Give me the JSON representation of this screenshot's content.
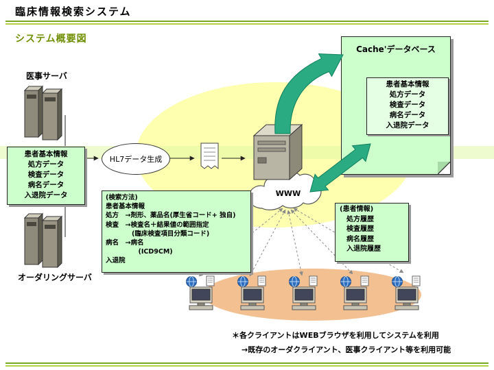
{
  "title": "臨床情報検索システム",
  "subtitle": "システム概要図",
  "medical_server_label": "医事サーバ",
  "ordering_server_label": "オーダリングサーバ",
  "source_data_box": {
    "lines": [
      "患者基本情報",
      "処方データ",
      "検査データ",
      "病名データ",
      "入退院データ"
    ]
  },
  "hl7_label": "HL7データ生成",
  "cache_db": {
    "title": "Cache'データベース",
    "lines": [
      "患者基本情報",
      "処方データ",
      "検査データ",
      "病名データ",
      "入退院データ"
    ]
  },
  "www_label": "WWW",
  "search_method_box": {
    "lines": [
      "(検索方法)",
      "患者基本情報",
      "処方　→剤形、薬品名(厚生省コード+ 独自)",
      "検査　→検査名＋結果値の範囲指定",
      "　　　　(臨床検査項目分類コード)",
      "病名　→病名",
      "　　　　　(ICD9CM)",
      "入退院"
    ]
  },
  "patient_info_box": {
    "lines": [
      "(患者情報)",
      "　処方履歴",
      "　検査履歴",
      "　病名履歴",
      "　入退院履歴"
    ]
  },
  "footnote_line1": "＊各クライアントはWEBブラウザを利用してシステムを利用",
  "footnote_line2": "→既存のオーダクライアント、医事クライアント等を利用可能",
  "colors": {
    "box_green": "#ccffcc",
    "ellipse_yellow": "#ffffb0",
    "client_orange": "#f2c091",
    "arrow_teal": "#2aab82",
    "rule_green": "#79a71f",
    "subtitle_olive": "#6f8f00"
  }
}
